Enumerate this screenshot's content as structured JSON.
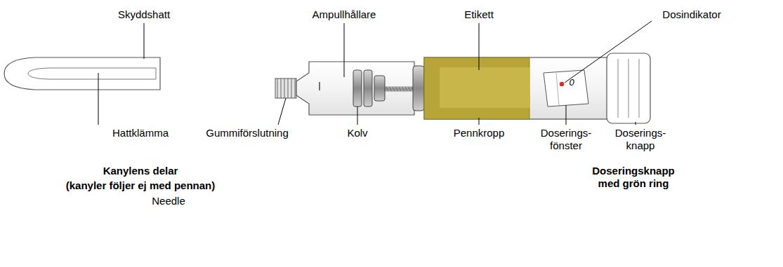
{
  "diagram": {
    "labels": [
      "Skyddshatt",
      "Ampullhållare",
      "Etikett",
      "Dosindikator",
      "Hattklämma",
      "Gummiförslutning",
      "Kolv",
      "Pennkropp",
      "Doserings- fönster",
      "Doserings- knapp",
      "0",
      "Kanylens delar",
      "(kanyler följer ej med pennan)",
      "Needle",
      "Doseringsknapp med grön ring"
    ]
  }
}
